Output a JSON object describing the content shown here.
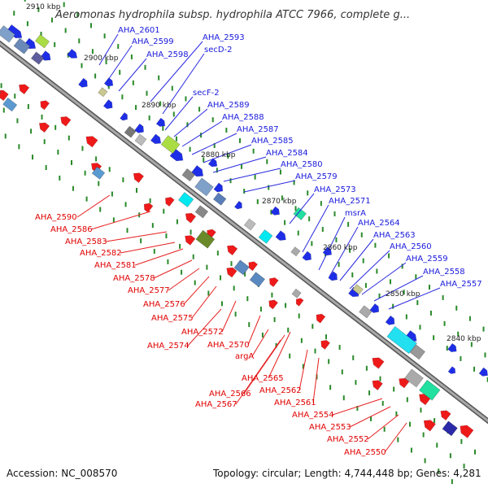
{
  "header": {
    "title": "Aeromonas hydrophila subsp. hydrophila ATCC 7966, complete g..."
  },
  "footer": {
    "accession": "Accession: NC_008570",
    "topology": "Topology: circular; Length: 4,744,448 bp; Genes: 4,281"
  },
  "scale_labels": [
    "2910 kbp",
    "2900 kbp",
    "2890 kbp",
    "2880 kbp",
    "2870 kbp",
    "2860 kbp",
    "2850 kbp",
    "2840 kbp"
  ],
  "forward_gene_labels": [
    "AHA_2601",
    "AHA_2599",
    "AHA_2598",
    "AHA_2593",
    "secD-2",
    "secF-2",
    "AHA_2589",
    "AHA_2588",
    "AHA_2587",
    "AHA_2585",
    "AHA_2584",
    "AHA_2580",
    "AHA_2579",
    "AHA_2573",
    "AHA_2571",
    "msrA",
    "AHA_2564",
    "AHA_2563",
    "AHA_2560",
    "AHA_2559",
    "AHA_2558",
    "AHA_2557"
  ],
  "reverse_gene_labels": [
    "AHA_2590",
    "AHA_2586",
    "AHA_2583",
    "AHA_2582",
    "AHA_2581",
    "AHA_2578",
    "AHA_2577",
    "AHA_2576",
    "AHA_2575",
    "AHA_2572",
    "AHA_2574",
    "AHA_2570",
    "argA",
    "AHA_2565",
    "AHA_2566",
    "AHA_2567",
    "AHA_2562",
    "AHA_2561",
    "AHA_2554",
    "AHA_2553",
    "AHA_2552",
    "AHA_2550"
  ],
  "colors": {
    "forward_gene": "#1e2ee6",
    "reverse_gene": "#ee1a1a",
    "backbone": "#8a8a8a",
    "tick": "#2a8a2a"
  }
}
